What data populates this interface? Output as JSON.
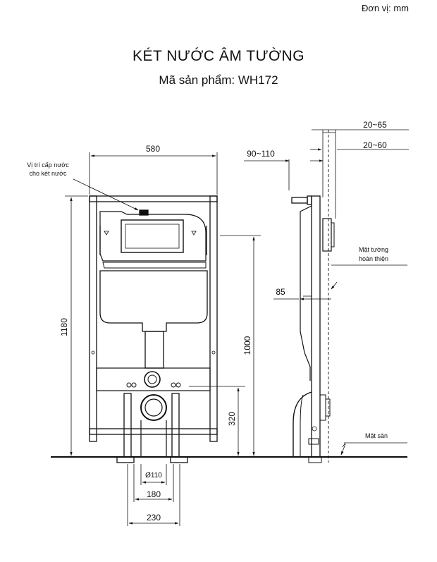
{
  "unit_label": "Đơn vị: mm",
  "title": "KÉT NƯỚC ÂM TƯỜNG",
  "subtitle": "Mã sản phẩm: WH172",
  "front_view": {
    "width_label": "580",
    "height_label": "1180",
    "flush_height_label": "1000",
    "outlet_height_label": "320",
    "pipe_diameter_label": "Ø110",
    "inner_width_label": "180",
    "outer_width_label": "230",
    "water_inlet_note_line1": "Vị trí cấp nước",
    "water_inlet_note_line2": "cho két nước"
  },
  "side_view": {
    "top_offset_label": "20~65",
    "wall_offset_label": "20~60",
    "depth_label": "90~110",
    "frame_depth_label": "85",
    "finished_wall_line1": "Mặt tường",
    "finished_wall_line2": "hoàn thiện",
    "floor_label": "Mặt sàn"
  }
}
